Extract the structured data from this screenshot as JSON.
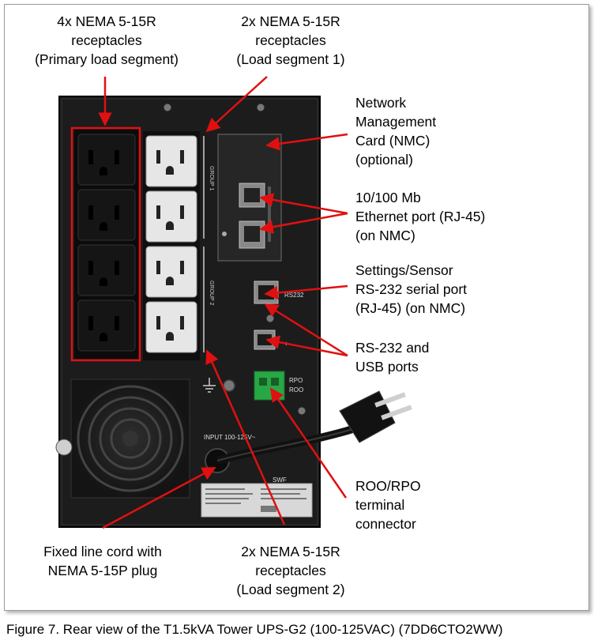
{
  "labels": {
    "primary_seg": [
      "4x NEMA 5-15R",
      "receptacles",
      "(Primary load segment)"
    ],
    "seg1": [
      "2x NEMA 5-15R",
      "receptacles",
      "(Load segment 1)"
    ],
    "nmc": [
      "Network",
      "Management",
      "Card (NMC)",
      "(optional)"
    ],
    "ethernet": [
      "10/100 Mb",
      "Ethernet port (RJ-45)",
      "(on NMC)"
    ],
    "settings": [
      "Settings/Sensor",
      "RS-232 serial port",
      "(RJ-45)  (on NMC)"
    ],
    "rs232usb": [
      "RS-232 and",
      "USB ports"
    ],
    "roo": [
      "ROO/RPO",
      "terminal",
      "connector"
    ],
    "linecord": [
      "Fixed line cord with",
      "NEMA 5-15P plug"
    ],
    "seg2": [
      "2x NEMA 5-15R",
      "receptacles",
      "(Load segment 2)"
    ]
  },
  "panel_text": {
    "group1": "GROUP 1",
    "group2": "GROUP 2",
    "rs232": "RS232",
    "rpo": "RPO",
    "roo": "ROO",
    "input": "INPUT 100-125V~",
    "swf": "SWF"
  },
  "caption": "Figure 7. Rear view of the T1.5kVA Tower UPS-G2 (100-125VAC) (7DD6CTO2WW)",
  "colors": {
    "arrow": "#e01010",
    "panel": "#1c1c1c",
    "outlet_black": "#0b0b0b",
    "outlet_white": "#e6e6e6",
    "terminal": "#27a845"
  }
}
